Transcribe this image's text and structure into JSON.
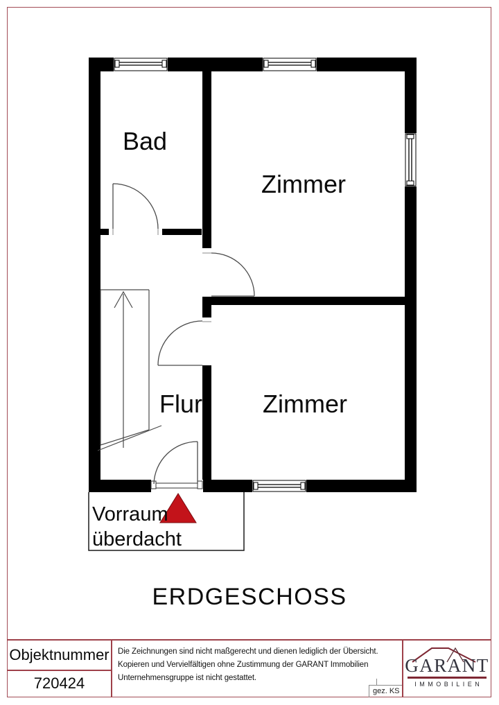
{
  "floor_plan": {
    "title": "ERDGESCHOSS",
    "rooms": {
      "bad": "Bad",
      "zimmer_top": "Zimmer",
      "zimmer_bottom": "Zimmer",
      "flur": "Flur"
    },
    "annotations": {
      "vorraum_line1": "Vorraum",
      "vorraum_line2": "überdacht"
    }
  },
  "footer": {
    "object_number_label": "Objektnummer",
    "object_number_value": "720424",
    "disclaimer": {
      "line1": "Die Zeichnungen sind nicht maßgerecht und dienen lediglich der Übersicht.",
      "line2": "Kopieren und Vervielfältigen ohne Zustimmung der GARANT Immobilien",
      "line3": "Unternehmensgruppe ist nicht gestattet."
    },
    "drawn_by": "gez. KS",
    "logo": {
      "wordmark": "GARANT",
      "subtitle": "IMMOBILIEN"
    }
  },
  "colors": {
    "page_border_red": "#a24b55",
    "footer_line_red": "#9e4049",
    "wall_black": "#000000",
    "marker_red": "#c3131a",
    "logo_red": "#7e2733",
    "logo_text": "#34343e"
  }
}
